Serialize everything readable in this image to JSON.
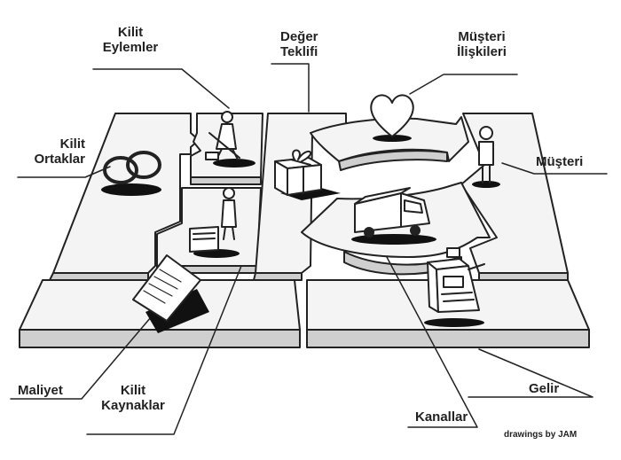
{
  "labels": {
    "key_activities": [
      "Kilit",
      "Eylemler"
    ],
    "value_proposition": [
      "Değer",
      "Teklifi"
    ],
    "customer_relationships": [
      "Müşteri",
      "İlişkileri"
    ],
    "key_partners": [
      "Kilit",
      "Ortaklar"
    ],
    "customer_segments": "Müşteri",
    "cost_structure": "Maliyet",
    "key_resources": [
      "Kilit",
      "Kaynaklar"
    ],
    "channels": "Kanallar",
    "revenue_streams": "Gelir"
  },
  "credit": "drawings by JAM",
  "icons": [
    "wedding-rings-icon",
    "worker-digging-icon",
    "worker-machine-icon",
    "gift-box-icon",
    "heart-icon",
    "person-standing-icon",
    "delivery-truck-icon",
    "cash-register-icon",
    "document-icon"
  ],
  "colors": {
    "ink": "#222222",
    "board": "#f4f4f4",
    "side": "#cfcfcf"
  }
}
